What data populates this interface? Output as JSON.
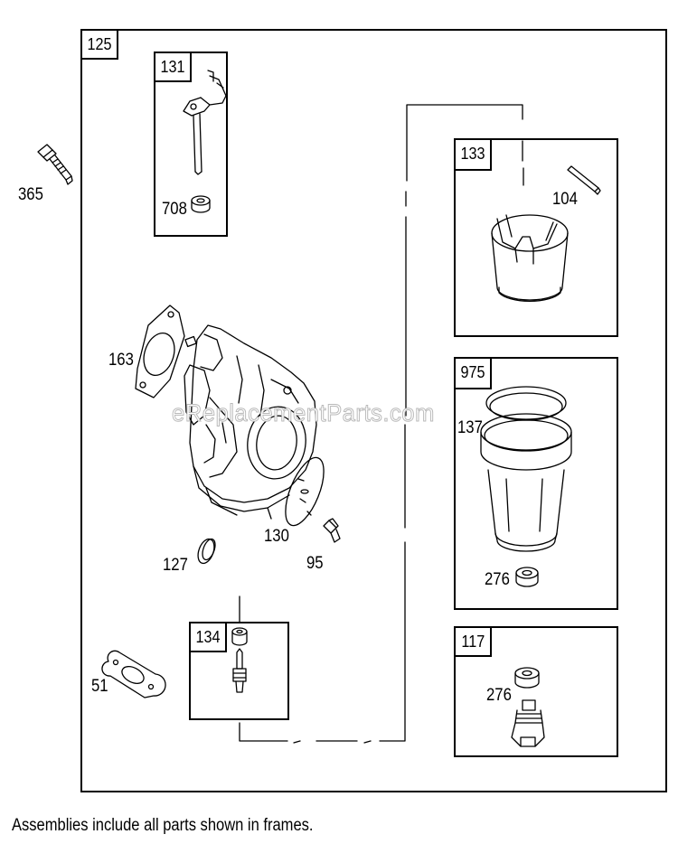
{
  "frames": {
    "main": "125",
    "f131": "131",
    "f133": "133",
    "f975": "975",
    "f117": "117",
    "f134": "134"
  },
  "labels": {
    "p365": "365",
    "p708": "708",
    "p104": "104",
    "p163": "163",
    "p137": "137",
    "p130": "130",
    "p95": "95",
    "p127": "127",
    "p276a": "276",
    "p276b": "276",
    "p51": "51"
  },
  "watermark": "eReplacementParts.com",
  "caption": "Assemblies include all parts shown in frames."
}
